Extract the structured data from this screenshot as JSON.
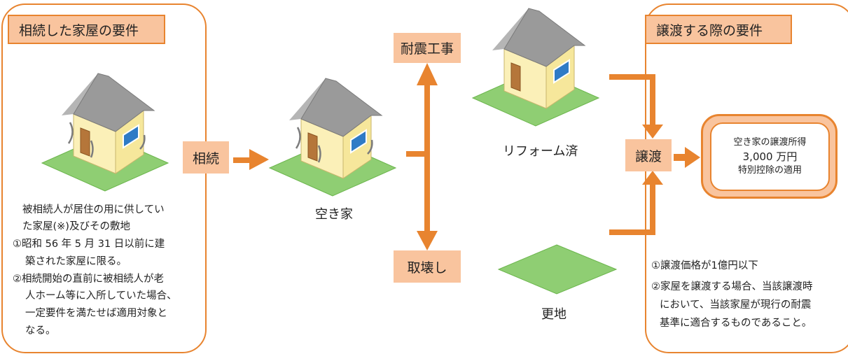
{
  "left_panel": {
    "title": "相続した家屋の要件",
    "lines": [
      "被相続人が居住の用に供してい",
      "た家屋(※)及びその敷地",
      "①昭和 56 年 5 月 31 日以前に建",
      "築された家屋に限る。",
      "②相続開始の直前に被相続人が老",
      "人ホーム等に入所していた場合、",
      "一定要件を満たせば適用対象と",
      "なる。"
    ]
  },
  "right_panel": {
    "title": "譲渡する際の要件",
    "lines": [
      "①譲渡価格が1億円以下",
      "②家屋を譲渡する場合、当該譲渡時",
      "において、当該家屋が現行の耐震",
      "基準に適合するものであること。"
    ]
  },
  "labels": {
    "inherit": "相続",
    "vacant": "空き家",
    "quake": "耐震工事",
    "demolish": "取壊し",
    "reformed": "リフォーム済",
    "land": "更地",
    "transfer": "譲渡"
  },
  "result": {
    "line1": "空き家の譲渡所得",
    "line2": "3,000 万円",
    "line3": "特別控除の適用"
  },
  "colors": {
    "accent": "#e8842f",
    "label_fill": "#f9c49e",
    "ground": "#8fce73",
    "wall": "#fbf0b8",
    "roof": "#9a9a9a",
    "window": "#2f7bc6"
  }
}
